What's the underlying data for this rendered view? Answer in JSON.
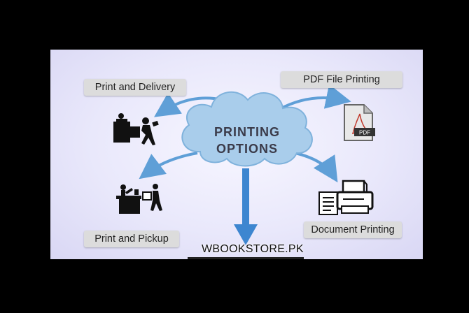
{
  "center": {
    "line1": "PRINTING",
    "line2": "OPTIONS"
  },
  "options": {
    "delivery": "Print and Delivery",
    "pdf": "PDF File Printing",
    "pickup": "Print and Pickup",
    "document": "Document Printing"
  },
  "pdf_icon_label": "PDF",
  "watermark": "WBOOKSTORE.PK",
  "colors": {
    "cloud": "#a9cdeb",
    "cloud_stroke": "#7fb2dc",
    "arrow": "#5f9fd7",
    "down_arrow": "#3d86d0",
    "pill": "#dcdcdc",
    "text_dark": "#333333"
  }
}
